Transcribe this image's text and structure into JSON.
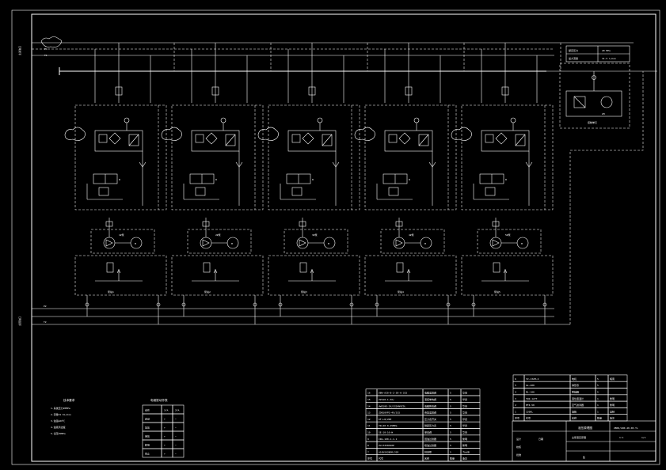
{
  "title_block": {
    "drawing_no": "ZBKD/G80-40-00-YL",
    "name": "液压原理图",
    "drawing_label": "主泵液压原理",
    "material": "",
    "scale": "1:1",
    "sheet": "1/1",
    "school": "集",
    "designer_label": "设计",
    "checker_label": "校核",
    "approver_label": "批准",
    "date_label": "日期"
  },
  "top_table": [
    {
      "label": "额定压力",
      "value": "20 MPa"
    },
    {
      "label": "最大流量",
      "value": "31.5 l/min"
    }
  ],
  "units": [
    {
      "id": "1",
      "label": "泵站1",
      "motor": "M",
      "pump": "1#泵"
    },
    {
      "id": "2",
      "label": "泵站2",
      "motor": "M",
      "pump": "2#泵"
    },
    {
      "id": "3",
      "label": "泵站3",
      "motor": "M",
      "pump": "3#泵"
    },
    {
      "id": "4",
      "label": "泵站4",
      "motor": "M",
      "pump": "4#泵"
    },
    {
      "id": "5",
      "label": "泵站5",
      "motor": "M",
      "pump": "5#泵"
    }
  ],
  "left_labels": {
    "top_line": "P1",
    "top_line2": "T1",
    "bottom_line": "P2",
    "bottom_line2": "T2",
    "side_top": "主进油口",
    "side_bottom": "主回油口"
  },
  "right_box": {
    "label": "控制单元",
    "tag": "ZH"
  },
  "parts_list_left": [
    {
      "no": "16",
      "code": "DBW-A20-B-2-30-6-315",
      "name": "电磁溢流阀",
      "qty": "5",
      "note": "华德"
    },
    {
      "no": "15",
      "code": "Z2S10-1-3X/",
      "name": "液控单向阀",
      "qty": "5",
      "note": "华德"
    },
    {
      "no": "14",
      "code": "4WE10E-3X/CG24N9Z5L",
      "name": "电磁换向阀",
      "qty": "5",
      "note": "华德"
    },
    {
      "no": "13",
      "code": "ZDB10VP2-4X/315",
      "name": "叠加溢流阀",
      "qty": "5",
      "note": "华德"
    },
    {
      "no": "12",
      "code": "KF-L8/20E",
      "name": "压力表开关",
      "qty": "5",
      "note": "华德"
    },
    {
      "no": "11",
      "code": "YN-60 0-25MPa",
      "name": "耐震压力表",
      "qty": "5",
      "note": "华德"
    },
    {
      "no": "10",
      "code": "SE-10-16-W",
      "name": "单向阀",
      "qty": "5",
      "note": "华德"
    },
    {
      "no": "9",
      "code": "CRG-100-1-1-1",
      "name": "回油过滤器",
      "qty": "5",
      "note": "黎明"
    },
    {
      "no": "8",
      "code": "ZU-H250X20P",
      "name": "吸油过滤器",
      "qty": "5",
      "note": "黎明"
    },
    {
      "no": "7",
      "code": "A10VSO28DR/31R",
      "name": "柱塞泵",
      "qty": "5",
      "note": "力士乐"
    }
  ],
  "parts_list_right": [
    {
      "no": "6",
      "code": "Y2-132M-4",
      "name": "电机",
      "qty": "5",
      "note": "皖南"
    },
    {
      "no": "5",
      "code": "GL-400",
      "name": "钟形罩",
      "qty": "5",
      "note": ""
    },
    {
      "no": "4",
      "code": "ML-100",
      "name": "联轴器",
      "qty": "5",
      "note": ""
    },
    {
      "no": "3",
      "code": "YWZ-127T",
      "name": "液位液温计",
      "qty": "1",
      "note": "黎明"
    },
    {
      "no": "2",
      "code": "EF4-50",
      "name": "空气滤清器",
      "qty": "1",
      "note": "黎明"
    },
    {
      "no": "1",
      "code": "1200L",
      "name": "油箱",
      "qty": "1",
      "note": "自制"
    }
  ],
  "parts_header": {
    "no": "序号",
    "code": "代号",
    "name": "名称",
    "qty": "数量",
    "note": "备注"
  },
  "notes_left": {
    "title": "技术要求",
    "lines": [
      "1.系统压力20MPa",
      "2.流量31.5L/min",
      "3.油温≤60℃",
      "4.油液清洁度",
      "5.试压25MPa"
    ]
  },
  "switch_table": {
    "title": "电磁铁动作表",
    "header": [
      "动作",
      "1YA",
      "2YA"
    ],
    "rows": [
      [
        "启动",
        "+",
        "−"
      ],
      [
        "加压",
        "+",
        "−"
      ],
      [
        "保压",
        "+",
        "−"
      ],
      [
        "卸荷",
        "+",
        "−"
      ],
      [
        "停止",
        "+",
        "−"
      ]
    ]
  }
}
